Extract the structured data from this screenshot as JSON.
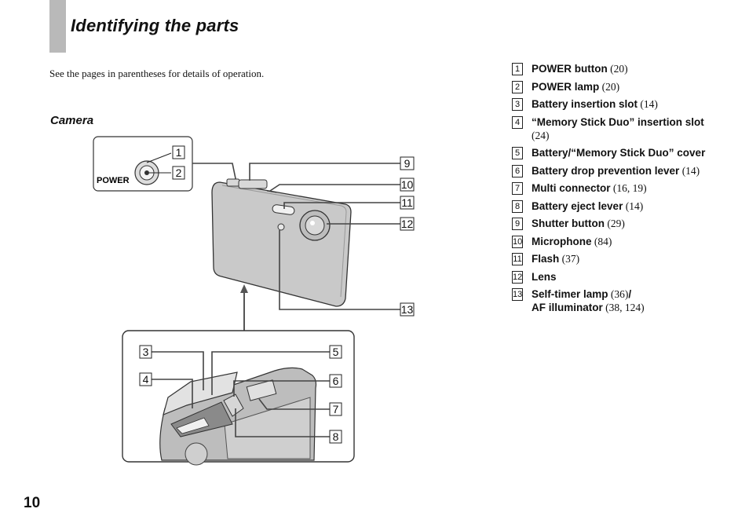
{
  "page": {
    "title": "Identifying the parts",
    "intro": "See the pages in parentheses for details of operation.",
    "section": "Camera",
    "page_number": "10"
  },
  "diagram": {
    "power_label": "POWER",
    "callouts": [
      "1",
      "2",
      "3",
      "4",
      "5",
      "6",
      "7",
      "8",
      "9",
      "10",
      "11",
      "12",
      "13"
    ]
  },
  "parts": [
    {
      "num": "1",
      "name": "POWER button",
      "ref": "(20)"
    },
    {
      "num": "2",
      "name": "POWER lamp",
      "ref": "(20)"
    },
    {
      "num": "3",
      "name": "Battery insertion slot",
      "ref": "(14)"
    },
    {
      "num": "4",
      "name": "“Memory Stick Duo” insertion slot",
      "ref": "(24)"
    },
    {
      "num": "5",
      "name": "Battery/“Memory Stick Duo” cover",
      "ref": ""
    },
    {
      "num": "6",
      "name": "Battery drop prevention lever",
      "ref": "(14)"
    },
    {
      "num": "7",
      "name": "Multi connector",
      "ref": "(16, 19)"
    },
    {
      "num": "8",
      "name": "Battery eject lever",
      "ref": "(14)"
    },
    {
      "num": "9",
      "name": "Shutter button",
      "ref": "(29)"
    },
    {
      "num": "10",
      "name": "Microphone",
      "ref": "(84)"
    },
    {
      "num": "11",
      "name": "Flash",
      "ref": "(37)"
    },
    {
      "num": "12",
      "name": "Lens",
      "ref": ""
    },
    {
      "num": "13",
      "name": "Self-timer lamp",
      "ref": "(36)",
      "sep": "/",
      "name2": "AF illuminator",
      "ref2": "(38, 124)"
    }
  ]
}
